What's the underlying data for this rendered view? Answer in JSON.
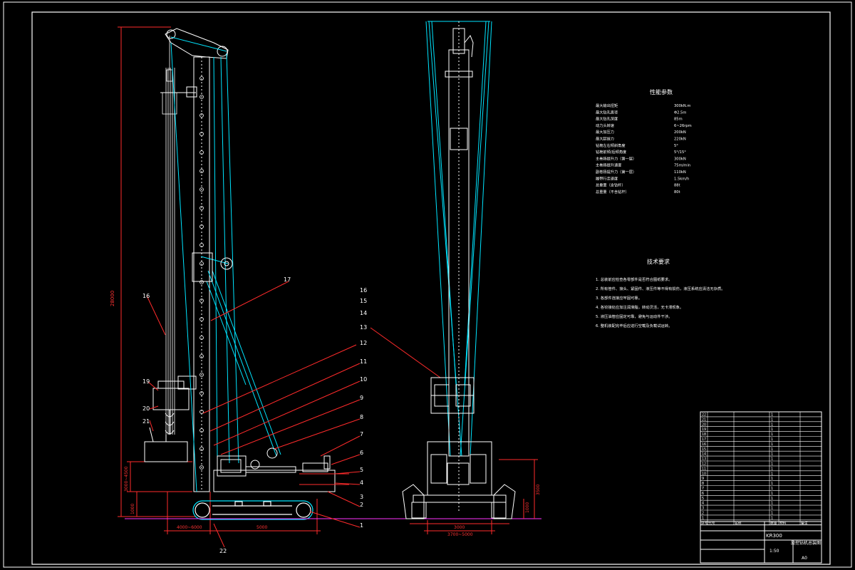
{
  "params": {
    "title": "性能参数",
    "rows": [
      {
        "label": "最大输出扭矩",
        "value": "300kN.m"
      },
      {
        "label": "最大钻孔直径",
        "value": "Φ2.5m"
      },
      {
        "label": "最大钻孔深度",
        "value": "85m"
      },
      {
        "label": "动力头转速",
        "value": "6~26rpm"
      },
      {
        "label": "最大加压力",
        "value": "200kN"
      },
      {
        "label": "最大起拔力",
        "value": "220kN"
      },
      {
        "label": "钻桅左右倾斜角度",
        "value": "5°"
      },
      {
        "label": "钻桅前倾/后倾角度",
        "value": "5°/15°"
      },
      {
        "label": "主卷扬提升力（第一层）",
        "value": "300kN"
      },
      {
        "label": "主卷扬提升速度",
        "value": "75m/min"
      },
      {
        "label": "副卷扬提升力（第一层）",
        "value": "110kN"
      },
      {
        "label": "履带行走速度",
        "value": "1.5km/h"
      },
      {
        "label": "总重量（含钻杆）",
        "value": "88t"
      },
      {
        "label": "总重量（不含钻杆）",
        "value": "80t"
      }
    ]
  },
  "requirements": {
    "title": "技术要求",
    "items": [
      "1. 总装前应检查各零部件是否符合图纸要求。",
      "2. 所有管件、接头、紧固件、液压件等不得有损伤，液压系统应清洁无杂质。",
      "3. 各部件连接应牢固可靠。",
      "4. 各铰接处应加注润滑脂，转动灵活，无卡滞现象。",
      "5. 液压油管应固定可靠，避免与运动件干涉。",
      "6. 整机装配完毕后应进行空载及负载试运转。"
    ]
  },
  "callouts": {
    "left": [
      "16",
      "17",
      "19",
      "20",
      "21",
      "22"
    ],
    "right": [
      "16",
      "15",
      "14",
      "13",
      "12",
      "11",
      "10",
      "9",
      "8",
      "7",
      "6",
      "5",
      "4",
      "3",
      "2",
      "1"
    ]
  },
  "dims": {
    "left_vertical": "28000",
    "left_bottom_a": "4000~6000",
    "left_bottom_b": "5000",
    "left_small_v1": "3000~4500",
    "left_small_v2": "1000",
    "right_bottom_a": "3000",
    "right_bottom_b": "3700~5000",
    "right_v1": "3500",
    "right_v2": "1000"
  },
  "title_block": {
    "part_no": "KR300",
    "name": "旋挖钻机总装图",
    "scale": "1:50",
    "sheet": "A0",
    "header": [
      "序号",
      "代号",
      "名称",
      "数量",
      "材料",
      "备注"
    ],
    "rows": [
      [
        "22",
        "",
        "",
        "1",
        "",
        ""
      ],
      [
        "21",
        "",
        "",
        "1",
        "",
        ""
      ],
      [
        "20",
        "",
        "",
        "1",
        "",
        ""
      ],
      [
        "19",
        "",
        "",
        "1",
        "",
        ""
      ],
      [
        "18",
        "",
        "",
        "1",
        "",
        ""
      ],
      [
        "17",
        "",
        "",
        "1",
        "",
        ""
      ],
      [
        "16",
        "",
        "",
        "1",
        "",
        ""
      ],
      [
        "15",
        "",
        "",
        "1",
        "",
        ""
      ],
      [
        "14",
        "",
        "",
        "1",
        "",
        ""
      ],
      [
        "13",
        "",
        "",
        "1",
        "",
        ""
      ],
      [
        "12",
        "",
        "",
        "1",
        "",
        ""
      ],
      [
        "11",
        "",
        "",
        "1",
        "",
        ""
      ],
      [
        "10",
        "",
        "",
        "1",
        "",
        ""
      ],
      [
        "9",
        "",
        "",
        "1",
        "",
        ""
      ],
      [
        "8",
        "",
        "",
        "1",
        "",
        ""
      ],
      [
        "7",
        "",
        "",
        "1",
        "",
        ""
      ],
      [
        "6",
        "",
        "",
        "1",
        "",
        ""
      ],
      [
        "5",
        "",
        "",
        "1",
        "",
        ""
      ],
      [
        "4",
        "",
        "",
        "1",
        "",
        ""
      ],
      [
        "3",
        "",
        "",
        "1",
        "",
        ""
      ],
      [
        "2",
        "",
        "",
        "1",
        "",
        ""
      ],
      [
        "1",
        "",
        "",
        "1",
        "",
        ""
      ]
    ]
  },
  "colors": {
    "line_white": "#ffffff",
    "line_cyan": "#00e5ff",
    "line_red": "#ff2b2b",
    "line_magenta": "#ff33ff",
    "line_yellow": "#ffff55",
    "background": "#000000"
  }
}
